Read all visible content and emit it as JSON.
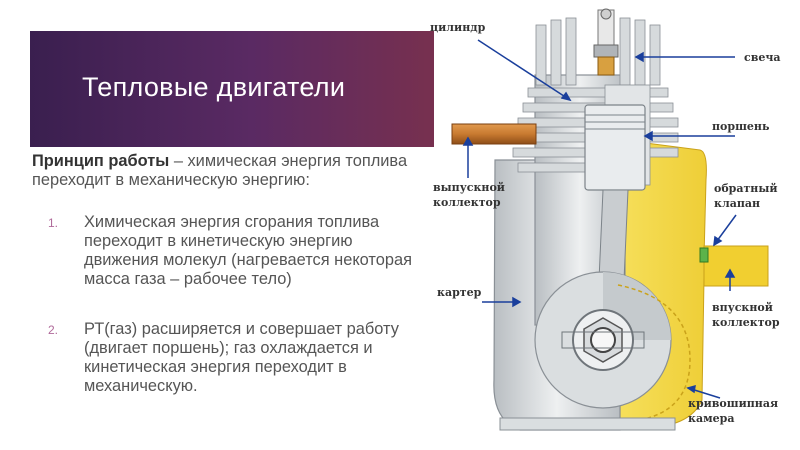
{
  "slide": {
    "title": "Тепловые двигатели",
    "intro_lead": "Принцип работы",
    "intro_rest": " – химическая энергия топлива переходит в механическую энергию:",
    "list": [
      {
        "num": "1.",
        "text": "Химическая энергия сгорания топлива переходит в кинетическую энергию движения молекул (нагревается некоторая масса газа – рабочее тело)"
      },
      {
        "num": "2.",
        "text": "РТ(газ) расширяется и совершает работу (двигает поршень); газ охлаждается и кинетическая энергия переходит в механическую."
      }
    ]
  },
  "diagram": {
    "labels": {
      "cylinder": "цилиндр",
      "spark_plug": "свеча",
      "piston": "поршень",
      "exhaust_1": "выпускной",
      "exhaust_2": "коллектор",
      "check_valve_1": "обратный",
      "check_valve_2": "клапан",
      "crankcase": "картер",
      "intake_1": "впускной",
      "intake_2": "коллектор",
      "crank_chamber_1": "кривошипная",
      "crank_chamber_2": "камера"
    },
    "colors": {
      "title_band": "#5a2a63",
      "metal": "#cfd3d6",
      "metal_dark": "#8a9096",
      "fuel_yellow": "#f3d230",
      "exhaust_pipe": "#c87a30",
      "arrow_blue": "#1a3f9c"
    }
  }
}
